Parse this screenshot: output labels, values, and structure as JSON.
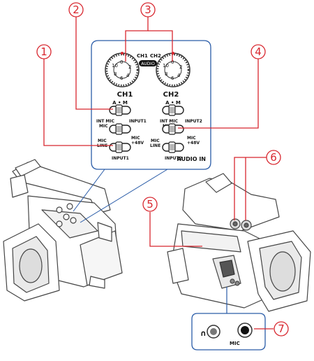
{
  "callouts": [
    "1",
    "2",
    "3",
    "4",
    "5",
    "6",
    "7"
  ],
  "dial": {
    "left_label": "CH1",
    "right_label": "CH2",
    "audio_badge": "AUDIO",
    "digits": [
      "0",
      "2",
      "4",
      "6",
      "8",
      "10"
    ]
  },
  "panel": {
    "ch1": "CH1",
    "ch2": "CH2",
    "switch_am": "A • M",
    "int_mic": "INT MIC",
    "mic": "MIC",
    "input1": "INPUT1",
    "input2": "INPUT2",
    "line": "LINE",
    "plus48v": "+48V",
    "audio_in": "AUDIO IN"
  },
  "jacks": {
    "headphones_glyph": "∩",
    "mic_label": "MIC"
  },
  "colors": {
    "callout": "#d8262e",
    "panel_border": "#2a5ca8",
    "line": "#444444"
  }
}
